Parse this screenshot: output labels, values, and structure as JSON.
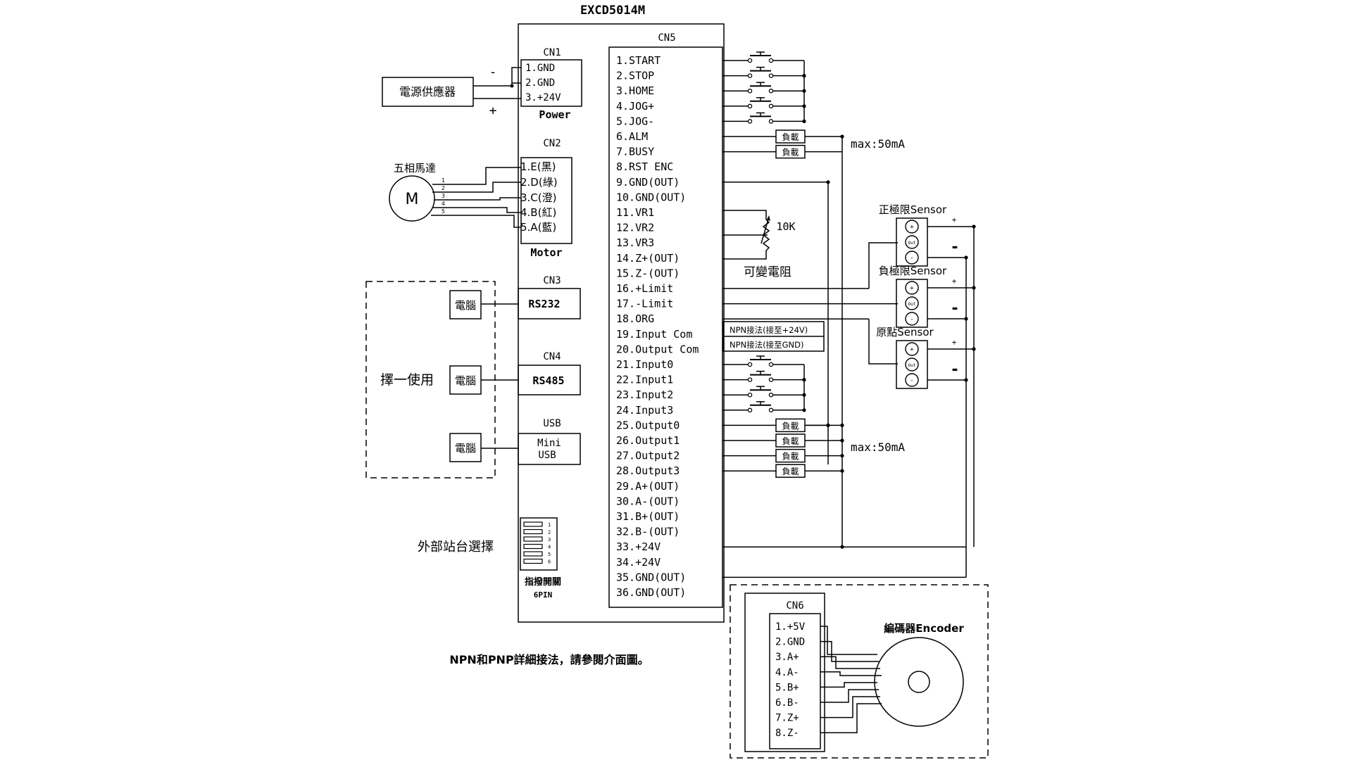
{
  "title": "EXCD5014M",
  "cn1": {
    "name": "CN1",
    "pins": [
      "1.GND",
      "2.GND",
      "3.+24V"
    ],
    "caption": "Power"
  },
  "power_supply": {
    "label": "電源供應器",
    "minus": "-",
    "plus": "+"
  },
  "cn2": {
    "name": "CN2",
    "pins": [
      "1.E(黑)",
      "2.D(綠)",
      "3.C(澄)",
      "4.B(紅)",
      "5.A(藍)"
    ],
    "caption": "Motor"
  },
  "motor": {
    "title": "五相馬達",
    "symbol": "M",
    "wire_numbers": [
      "1",
      "2",
      "3",
      "4",
      "5"
    ]
  },
  "cn3": {
    "name": "CN3",
    "port": "RS232"
  },
  "cn4": {
    "name": "CN4",
    "port": "RS485"
  },
  "usb": {
    "name": "USB",
    "port_line1": "Mini",
    "port_line2": "USB"
  },
  "computers": [
    "電腦",
    "電腦",
    "電腦"
  ],
  "choose_label": "擇一使用",
  "dip": {
    "label": "外部站台選擇",
    "caption1": "指撥開關",
    "caption2": "6PIN",
    "numbers": [
      "1",
      "2",
      "3",
      "4",
      "5",
      "6"
    ]
  },
  "cn5": {
    "name": "CN5",
    "pins": [
      "1.START",
      "2.STOP",
      "3.HOME",
      "4.JOG+",
      "5.JOG-",
      "6.ALM",
      "7.BUSY",
      "8.RST ENC",
      "9.GND(OUT)",
      "10.GND(OUT)",
      "11.VR1",
      "12.VR2",
      "13.VR3",
      "14.Z+(OUT)",
      "15.Z-(OUT)",
      "16.+Limit",
      "17.-Limit",
      "18.ORG",
      "19.Input  Com",
      "20.Output Com",
      "21.Input0",
      "22.Input1",
      "23.Input2",
      "24.Input3",
      "25.Output0",
      "26.Output1",
      "27.Output2",
      "28.Output3",
      "29.A+(OUT)",
      "30.A-(OUT)",
      "31.B+(OUT)",
      "32.B-(OUT)",
      "33.+24V",
      "34.+24V",
      "35.GND(OUT)",
      "36.GND(OUT)"
    ]
  },
  "load_label": "負載",
  "max_current_1": "max:50mA",
  "max_current_2": "max:50mA",
  "potentiometer": {
    "value": "10K",
    "label": "可變電阻"
  },
  "npn_notes": [
    "NPN接法(接至+24V)",
    "NPN接法(接至GND)"
  ],
  "sensors": [
    {
      "title": "正極限Sensor",
      "pins": [
        "+",
        "Out",
        "-"
      ]
    },
    {
      "title": "負極限Sensor",
      "pins": [
        "+",
        "Out",
        "-"
      ]
    },
    {
      "title": "原點Sensor",
      "pins": [
        "+",
        "Out",
        "-"
      ]
    }
  ],
  "rail_plus": "+",
  "rail_minus": "-",
  "cn6": {
    "name": "CN6",
    "pins": [
      "1.+5V",
      "2.GND",
      "3.A+",
      "4.A-",
      "5.B+",
      "6.B-",
      "7.Z+",
      "8.Z-"
    ]
  },
  "encoder": {
    "title": "編碼器Encoder"
  },
  "footnote": "NPN和PNP詳細接法，請參閱介面圖。"
}
